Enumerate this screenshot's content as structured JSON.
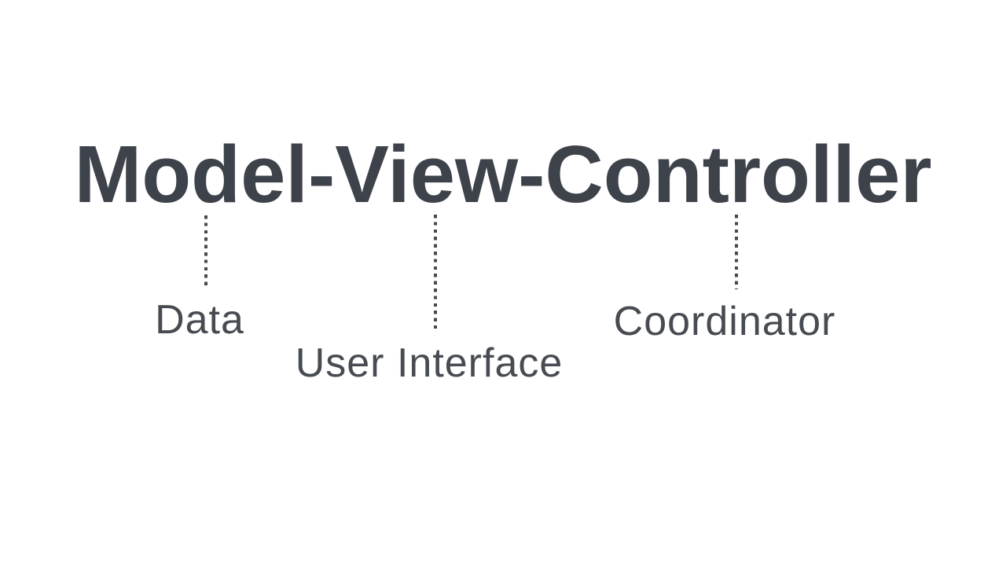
{
  "slide": {
    "title": "Model-View-Controller",
    "parts": [
      {
        "term": "Model",
        "meaning": "Data"
      },
      {
        "term": "View",
        "meaning": "User Interface"
      },
      {
        "term": "Controller",
        "meaning": "Coordinator"
      }
    ],
    "connector_style": "dotted-vertical"
  },
  "colors": {
    "background": "#ffffff",
    "title_ink": "#3e424a",
    "label_ink": "#474b52",
    "connector_ink": "#44484f"
  }
}
